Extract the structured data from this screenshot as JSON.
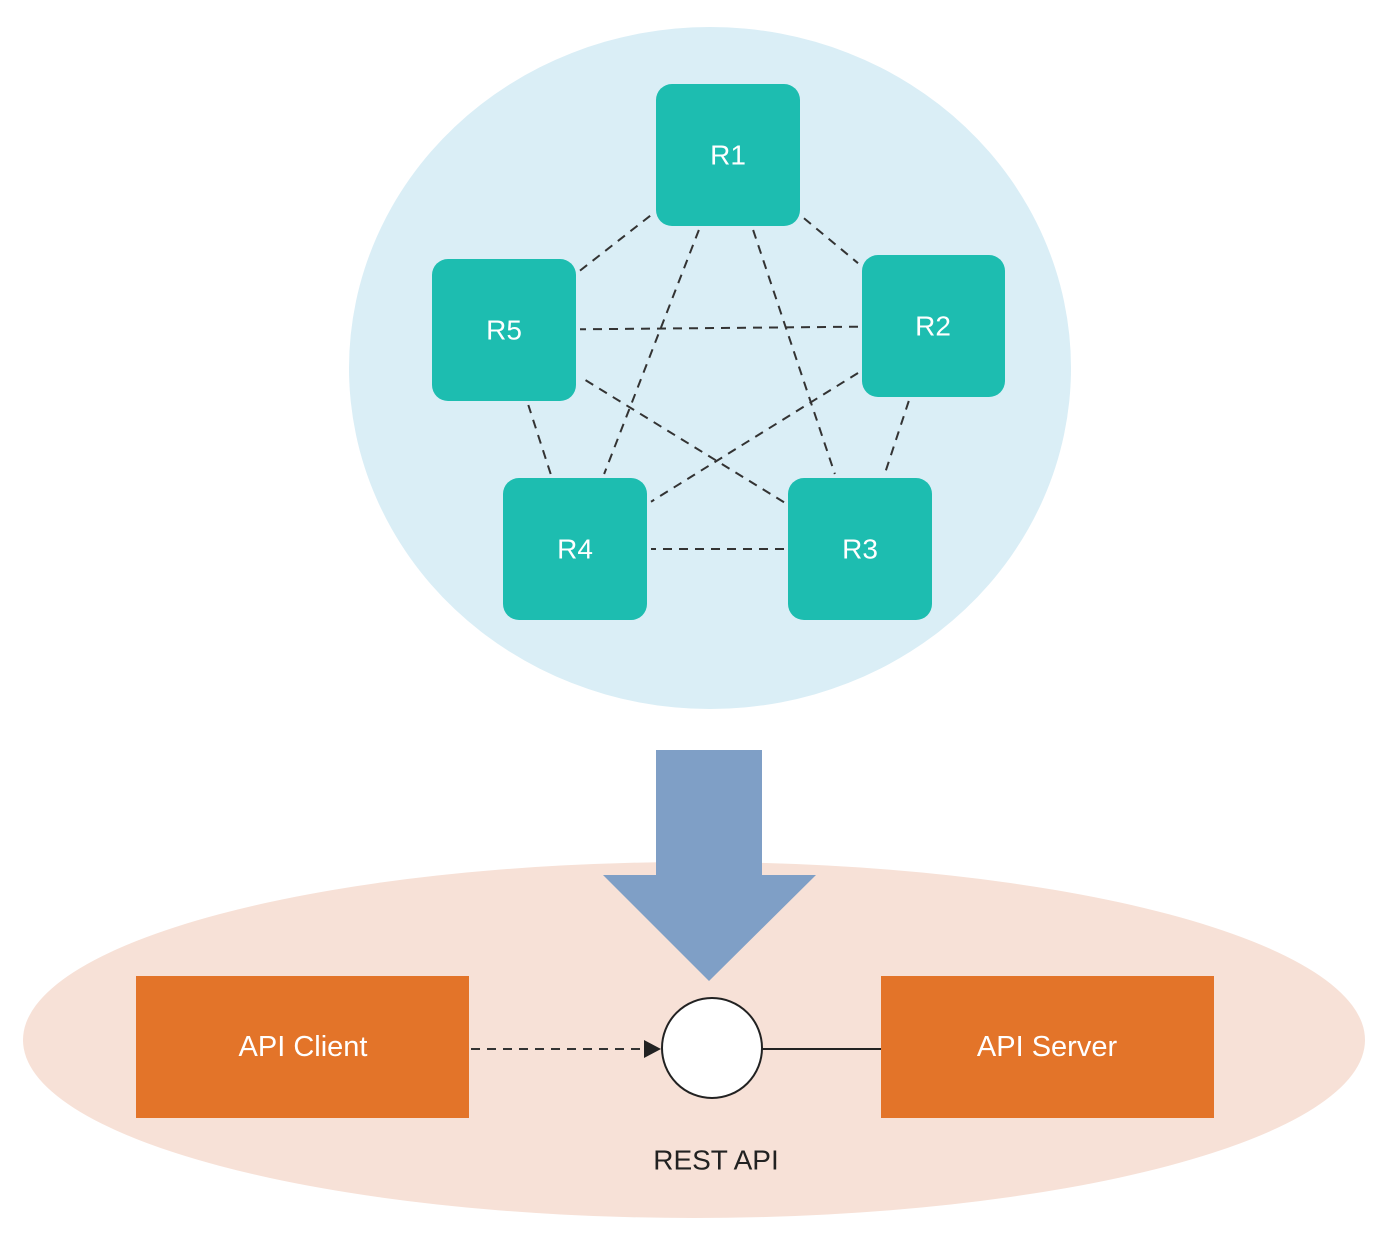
{
  "colors": {
    "cluster_bg": "#daeef6",
    "node_fill": "#1dbdb0",
    "api_bg": "#f7e1d7",
    "box_fill": "#e37429",
    "arrow_fill": "#7f9fc6"
  },
  "cluster": {
    "nodes": [
      {
        "id": "R1",
        "label": "R1"
      },
      {
        "id": "R2",
        "label": "R2"
      },
      {
        "id": "R3",
        "label": "R3"
      },
      {
        "id": "R4",
        "label": "R4"
      },
      {
        "id": "R5",
        "label": "R5"
      }
    ],
    "edges": [
      [
        "R1",
        "R2"
      ],
      [
        "R2",
        "R3"
      ],
      [
        "R3",
        "R4"
      ],
      [
        "R4",
        "R5"
      ],
      [
        "R5",
        "R1"
      ],
      [
        "R1",
        "R3"
      ],
      [
        "R1",
        "R4"
      ],
      [
        "R2",
        "R4"
      ],
      [
        "R2",
        "R5"
      ],
      [
        "R3",
        "R5"
      ]
    ],
    "edge_style": "dashed"
  },
  "api": {
    "client_label": "API Client",
    "server_label": "API Server",
    "interface_label": "REST API"
  }
}
